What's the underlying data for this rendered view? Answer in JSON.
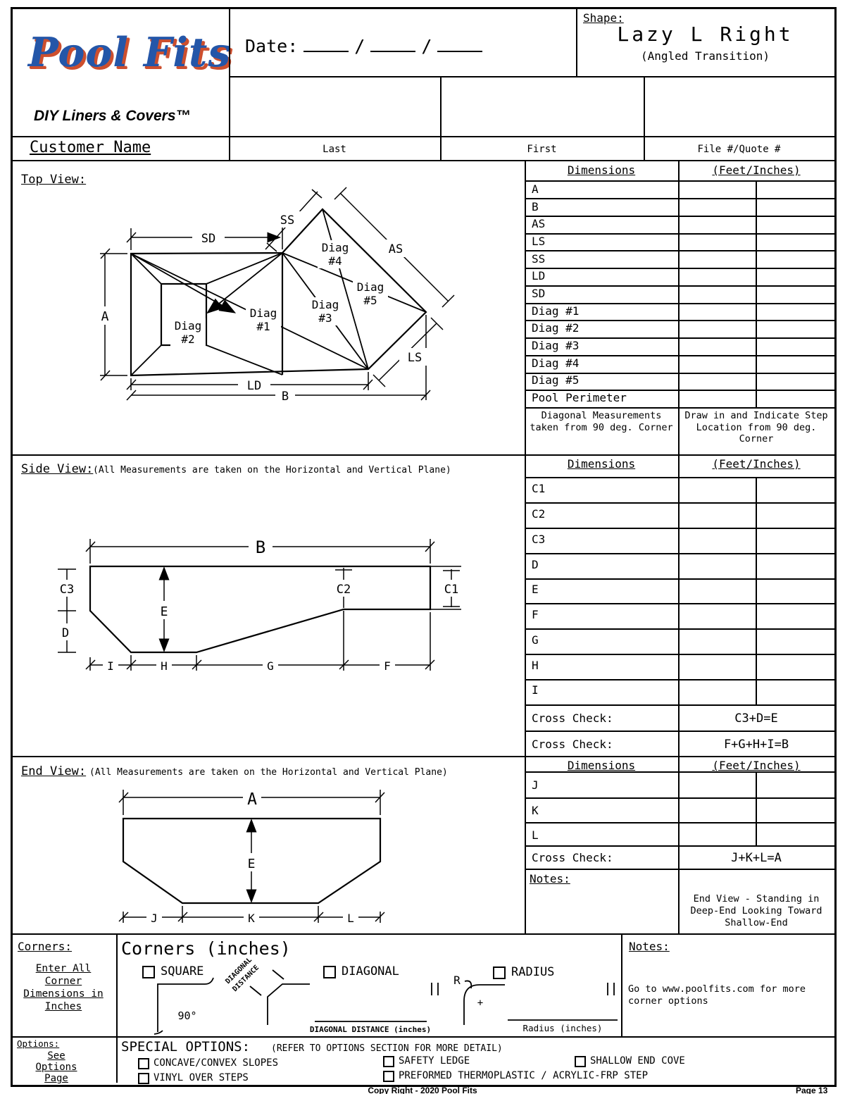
{
  "colors": {
    "ink": "#000000",
    "logo_blue": "#2456a8",
    "logo_orange": "#cd4f2e",
    "paper": "#ffffff"
  },
  "header": {
    "logo_text": "Pool Fits",
    "logo_tagline": "DIY Liners & Covers™",
    "date_label": "Date:",
    "date_separator": "/",
    "shape_label": "Shape:",
    "shape_name": "Lazy L Right",
    "shape_subtitle": "(Angled Transition)",
    "customer_name_label": "Customer Name",
    "last_label": "Last",
    "first_label": "First",
    "file_label": "File #/Quote #"
  },
  "top_view": {
    "title": "Top View:",
    "table": {
      "col1": "Dimensions",
      "col2": "(Feet/Inches)",
      "rows": [
        "A",
        "B",
        "AS",
        "LS",
        "SS",
        "LD",
        "SD",
        "Diag #1",
        "Diag #2",
        "Diag #3",
        "Diag #4",
        "Diag #5",
        "Pool Perimeter"
      ],
      "note_left": "Diagonal Measurements taken from 90 deg. Corner",
      "note_right": "Draw in and Indicate Step Location from 90 deg. Corner"
    },
    "labels": {
      "a": "A",
      "sd": "SD",
      "ss": "SS",
      "as": "AS",
      "ls": "LS",
      "ld": "LD",
      "b": "B",
      "diag_word": "Diag",
      "d1": "#1",
      "d2": "#2",
      "d3": "#3",
      "d4": "#4",
      "d5": "#5"
    }
  },
  "side_view": {
    "title": "Side View:",
    "subtitle": "(All Measurements are taken on the Horizontal and Vertical Plane)",
    "table": {
      "col1": "Dimensions",
      "col2": "(Feet/Inches)",
      "rows": [
        "C1",
        "C2",
        "C3",
        "D",
        "E",
        "F",
        "G",
        "H",
        "I"
      ],
      "cross_check_label": "Cross Check:",
      "cross_check_1": "C3+D=E",
      "cross_check_2": "F+G+H+I=B"
    },
    "labels": {
      "b": "B",
      "c3": "C3",
      "d": "D",
      "e": "E",
      "c2": "C2",
      "c1": "C1",
      "i": "I",
      "h": "H",
      "g": "G",
      "f": "F"
    }
  },
  "end_view": {
    "title": "End View:",
    "subtitle": "(All Measurements are taken on the Horizontal and Vertical Plane)",
    "table": {
      "col1": "Dimensions",
      "col2": "(Feet/Inches)",
      "rows": [
        "J",
        "K",
        "L"
      ],
      "cross_check_label": "Cross Check:",
      "cross_check": "J+K+L=A",
      "notes_label": "Notes:",
      "note_text": "End View - Standing in Deep-End Looking Toward Shallow-End"
    },
    "labels": {
      "a": "A",
      "e": "E",
      "j": "J",
      "k": "K",
      "l": "L"
    }
  },
  "corners": {
    "sidebar_title": "Corners:",
    "sidebar_note_lines": [
      "Enter All",
      "Corner",
      "Dimensions in",
      "Inches"
    ],
    "title": "Corners (inches)",
    "square_label": "SQUARE",
    "angle_label": "90°",
    "diagonal_label": "DIAGONAL",
    "diagonal_rotated_1": "DIAGONAL",
    "diagonal_rotated_2": "DISTANCE",
    "diagonal_line_label": "DIAGONAL DISTANCE (inches)",
    "radius_label": "RADIUS",
    "radius_r": "R",
    "plus_sign": "+",
    "radius_line_label": "Radius (inches)",
    "notes_label": "Notes:",
    "notes_text": "Go to www.poolfits.com for more corner options"
  },
  "options": {
    "sidebar_title": "Options:",
    "sidebar_note_lines": [
      "See",
      "Options",
      "Page"
    ],
    "title": "SPECIAL OPTIONS:",
    "subtitle": "(REFER TO OPTIONS SECTION FOR MORE DETAIL)",
    "items": [
      "CONCAVE/CONVEX SLOPES",
      "VINYL OVER STEPS",
      "SAFETY LEDGE",
      "PREFORMED THERMOPLASTIC / ACRYLIC-FRP STEP",
      "SHALLOW END COVE"
    ]
  },
  "footer": {
    "copyright": "Copy Right - 2020 Pool Fits",
    "page": "Page 13"
  }
}
